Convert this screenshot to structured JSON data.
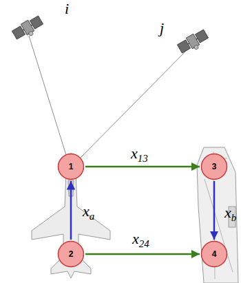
{
  "diagram": {
    "nodes": [
      {
        "text": [
          "1"
        ]
      },
      {
        "text": [
          "2"
        ]
      },
      {
        "text": [
          "3"
        ]
      },
      {
        "text": [
          "4"
        ]
      }
    ],
    "edges": [
      {
        "from": 1,
        "to": 0,
        "arrow": "to",
        "label": "xa"
      },
      {
        "from": 0,
        "to": 2,
        "arrow": "to",
        "label": "x13"
      },
      {
        "from": 2,
        "to": 3,
        "arrow": "to",
        "label": "xb"
      },
      {
        "from": 1,
        "to": 3,
        "arrow": "to",
        "label": "x24"
      }
    ],
    "labels": [
      "i",
      "j"
    ]
  }
}
